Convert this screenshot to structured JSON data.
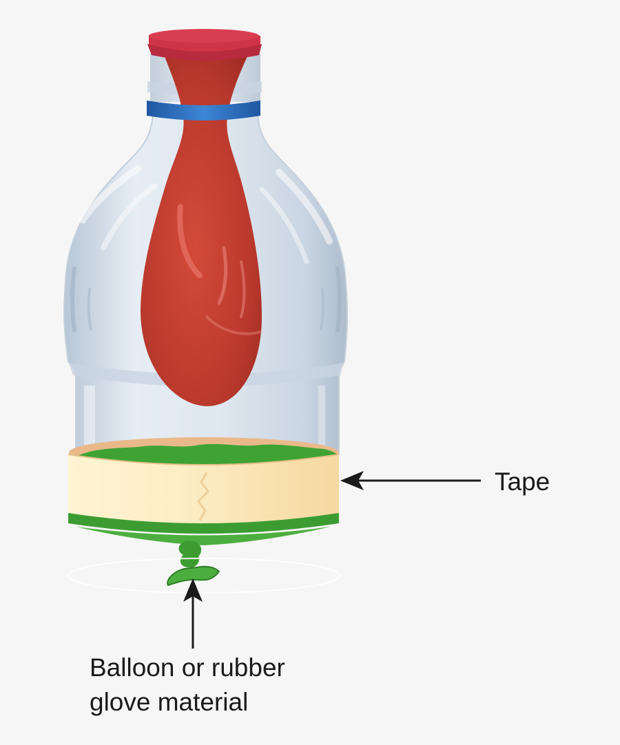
{
  "labels": {
    "tape": "Tape",
    "balloon_line1": "Balloon or rubber",
    "balloon_line2": "glove material"
  },
  "colors": {
    "background": "#f6f6f6",
    "bottle": "#dbe4ee",
    "inner_balloon": "#c0392b",
    "balloon_rim": "#d0384a",
    "neck_band": "#2d6cb8",
    "tape": "#fbe7b9",
    "membrane": "#3fa334",
    "arrow": "#1a1a1a"
  },
  "icons": [
    "plastic-bottle-icon",
    "red-balloon-icon",
    "rubber-band-icon",
    "tape-band-icon",
    "green-membrane-icon",
    "arrow-icon"
  ]
}
